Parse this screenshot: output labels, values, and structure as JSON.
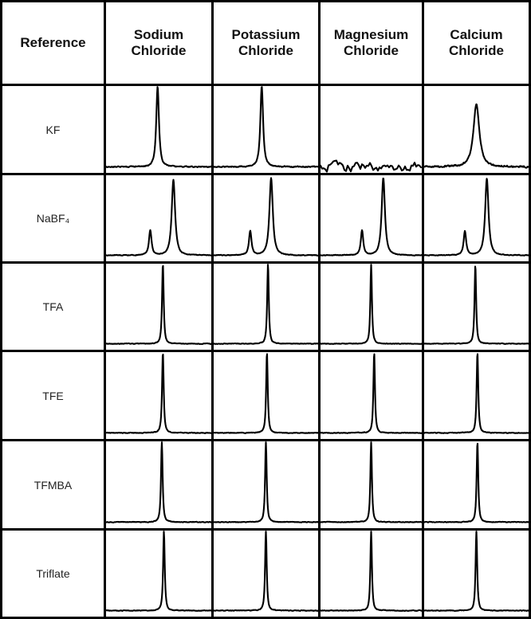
{
  "figure": {
    "background": "#ffffff",
    "grid_line_color": "#000000",
    "trace_color": "#000000"
  },
  "table": {
    "header": {
      "reference_label": "Reference",
      "columns": [
        "Sodium Chloride",
        "Potassium Chloride",
        "Magnesium Chloride",
        "Calcium Chloride"
      ]
    },
    "rows": [
      "KF",
      "NaBF₄",
      "TFA",
      "TFE",
      "TFMBA",
      "Triflate"
    ]
  },
  "chart_data": {
    "type": "line",
    "title": "",
    "xlabel": "",
    "ylabel": "",
    "grid": "table of 6 reference rows x 4 chloride-salt columns, each cell an independent spectrum trace",
    "units": "peak x = fraction of cell width, h = fraction of cell height, w = half-width fraction",
    "columns": [
      "Sodium Chloride",
      "Potassium Chloride",
      "Magnesium Chloride",
      "Calcium Chloride"
    ],
    "rows": [
      {
        "reference": "KF",
        "cells": [
          {
            "peaks": [
              {
                "x": 0.49,
                "h": 0.92,
                "w": 0.017
              }
            ],
            "noise": 0.008
          },
          {
            "peaks": [
              {
                "x": 0.46,
                "h": 0.93,
                "w": 0.017
              }
            ],
            "noise": 0.008
          },
          {
            "peaks": [],
            "noise": 0.05
          },
          {
            "peaks": [
              {
                "x": 0.5,
                "h": 0.72,
                "w": 0.037
              }
            ],
            "noise": 0.012
          }
        ]
      },
      {
        "reference": "NaBF₄",
        "cells": [
          {
            "peaks": [
              {
                "x": 0.42,
                "h": 0.29,
                "w": 0.016
              },
              {
                "x": 0.64,
                "h": 0.88,
                "w": 0.021
              }
            ],
            "noise": 0.005
          },
          {
            "peaks": [
              {
                "x": 0.35,
                "h": 0.28,
                "w": 0.016
              },
              {
                "x": 0.55,
                "h": 0.9,
                "w": 0.021
              }
            ],
            "noise": 0.005
          },
          {
            "peaks": [
              {
                "x": 0.41,
                "h": 0.29,
                "w": 0.016
              },
              {
                "x": 0.62,
                "h": 0.9,
                "w": 0.021
              }
            ],
            "noise": 0.005
          },
          {
            "peaks": [
              {
                "x": 0.39,
                "h": 0.28,
                "w": 0.016
              },
              {
                "x": 0.6,
                "h": 0.89,
                "w": 0.021
              }
            ],
            "noise": 0.005
          }
        ]
      },
      {
        "reference": "TFA",
        "cells": [
          {
            "peaks": [
              {
                "x": 0.54,
                "h": 0.93,
                "w": 0.01
              }
            ],
            "noise": 0.005
          },
          {
            "peaks": [
              {
                "x": 0.52,
                "h": 0.93,
                "w": 0.01
              }
            ],
            "noise": 0.005
          },
          {
            "peaks": [
              {
                "x": 0.5,
                "h": 0.93,
                "w": 0.01
              }
            ],
            "noise": 0.005
          },
          {
            "peaks": [
              {
                "x": 0.49,
                "h": 0.92,
                "w": 0.01
              }
            ],
            "noise": 0.005
          }
        ]
      },
      {
        "reference": "TFE",
        "cells": [
          {
            "peaks": [
              {
                "x": 0.54,
                "h": 0.93,
                "w": 0.01
              }
            ],
            "noise": 0.005
          },
          {
            "peaks": [
              {
                "x": 0.51,
                "h": 0.93,
                "w": 0.01
              }
            ],
            "noise": 0.005
          },
          {
            "peaks": [
              {
                "x": 0.53,
                "h": 0.93,
                "w": 0.01
              }
            ],
            "noise": 0.005
          },
          {
            "peaks": [
              {
                "x": 0.51,
                "h": 0.93,
                "w": 0.01
              }
            ],
            "noise": 0.005
          }
        ]
      },
      {
        "reference": "TFMBA",
        "cells": [
          {
            "peaks": [
              {
                "x": 0.53,
                "h": 0.93,
                "w": 0.01
              }
            ],
            "noise": 0.005
          },
          {
            "peaks": [
              {
                "x": 0.5,
                "h": 0.93,
                "w": 0.01
              }
            ],
            "noise": 0.005
          },
          {
            "peaks": [
              {
                "x": 0.5,
                "h": 0.93,
                "w": 0.01
              }
            ],
            "noise": 0.005
          },
          {
            "peaks": [
              {
                "x": 0.51,
                "h": 0.93,
                "w": 0.01
              }
            ],
            "noise": 0.005
          }
        ]
      },
      {
        "reference": "Triflate",
        "cells": [
          {
            "peaks": [
              {
                "x": 0.55,
                "h": 0.93,
                "w": 0.01
              }
            ],
            "noise": 0.005
          },
          {
            "peaks": [
              {
                "x": 0.5,
                "h": 0.93,
                "w": 0.01
              }
            ],
            "noise": 0.005
          },
          {
            "peaks": [
              {
                "x": 0.5,
                "h": 0.93,
                "w": 0.01
              }
            ],
            "noise": 0.005
          },
          {
            "peaks": [
              {
                "x": 0.5,
                "h": 0.93,
                "w": 0.01
              }
            ],
            "noise": 0.005
          }
        ]
      }
    ]
  }
}
